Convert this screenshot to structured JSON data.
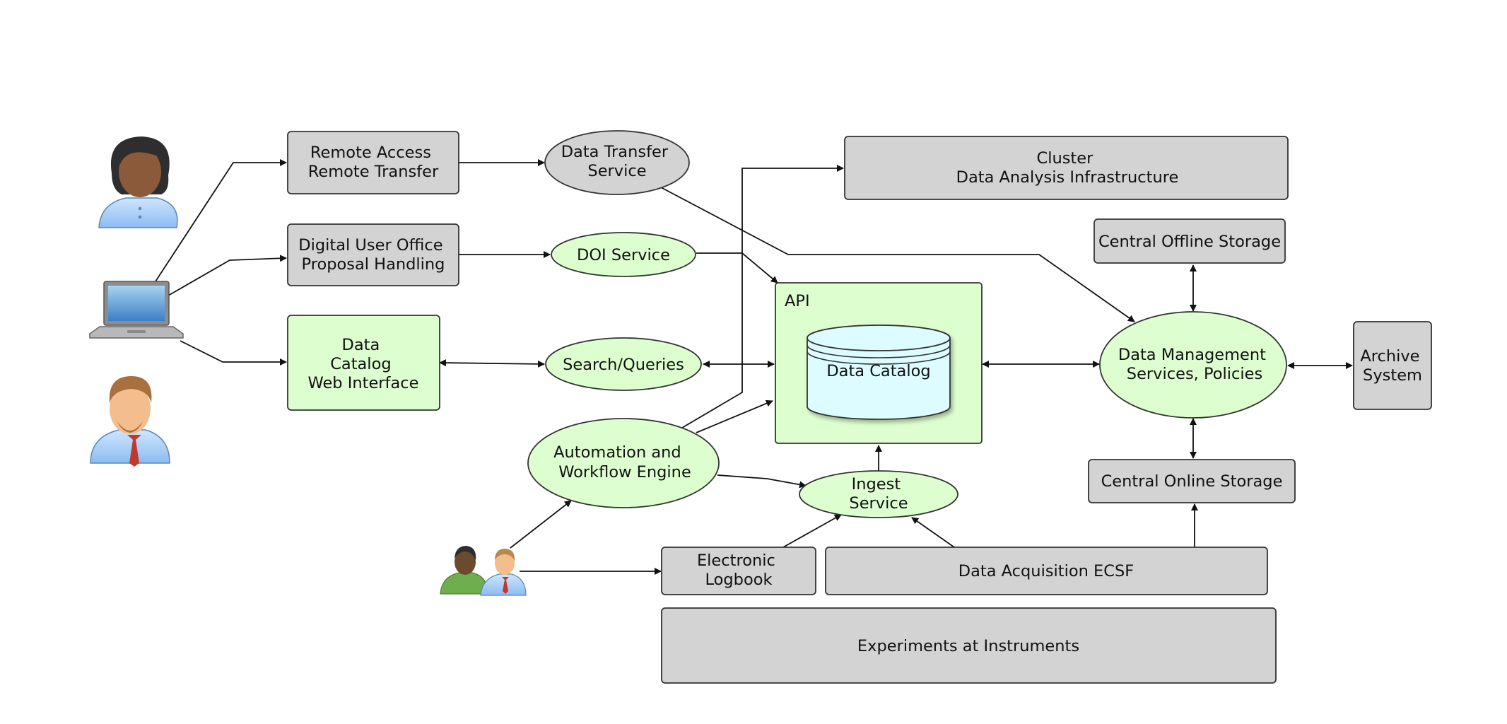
{
  "nodes": {
    "remote_access": {
      "lines": [
        "Remote Access",
        "Remote Transfer"
      ]
    },
    "digital_user_office": {
      "lines": [
        "Digital User Office",
        "Proposal Handling"
      ]
    },
    "data_catalog_web": {
      "lines": [
        "Data",
        "Catalog",
        "Web Interface"
      ]
    },
    "data_transfer_service": {
      "lines": [
        "Data Transfer",
        "Service"
      ]
    },
    "doi_service": {
      "lines": [
        "DOI Service"
      ]
    },
    "search_queries": {
      "lines": [
        "Search/Queries"
      ]
    },
    "automation_engine": {
      "lines": [
        "Automation and",
        "Workflow Engine"
      ]
    },
    "cluster": {
      "lines": [
        "Cluster",
        "Data Analysis Infrastructure"
      ]
    },
    "api": {
      "lines": [
        "API"
      ]
    },
    "data_catalog_db": {
      "lines": [
        "Data Catalog"
      ]
    },
    "ingest_service": {
      "lines": [
        "Ingest",
        "Service"
      ]
    },
    "electronic_logbook": {
      "lines": [
        "Electronic",
        "Logbook"
      ]
    },
    "data_acquisition": {
      "lines": [
        "Data Acquisition ECSF"
      ]
    },
    "experiments": {
      "lines": [
        "Experiments at Instruments"
      ]
    },
    "central_offline_storage": {
      "lines": [
        "Central Offline Storage"
      ]
    },
    "data_management": {
      "lines": [
        "Data Management",
        "Services, Policies"
      ]
    },
    "central_online_storage": {
      "lines": [
        "Central Online Storage"
      ]
    },
    "archive_system": {
      "lines": [
        "Archive",
        "System"
      ]
    }
  },
  "icons": [
    "female-user-icon",
    "laptop-icon",
    "male-user-icon",
    "user-group-icon"
  ],
  "colors": {
    "gray_box": "#d3d3d3",
    "green_box": "#ddffd0",
    "database": "#dcfcff",
    "stroke": "#333333"
  }
}
